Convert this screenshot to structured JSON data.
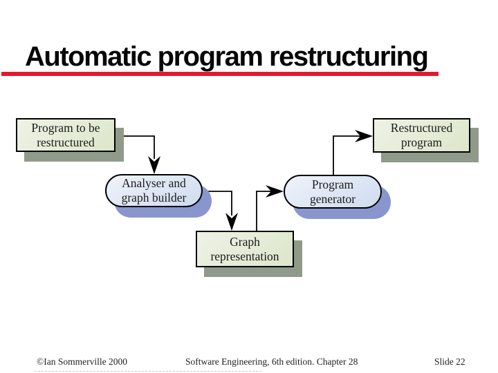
{
  "slide": {
    "title": "Automatic program restructuring",
    "footer": {
      "copyright": "©Ian Sommerville 2000",
      "center": "Software Engineering, 6th edition. Chapter 28",
      "slide_number": "Slide 22"
    }
  },
  "diagram": {
    "nodes": [
      {
        "id": "program-to-be-restructured",
        "shape": "rectangle",
        "lines": [
          "Program to be",
          "restructured"
        ]
      },
      {
        "id": "analyser-and-graph-builder",
        "shape": "stadium",
        "lines": [
          "Analyser and",
          "graph builder"
        ]
      },
      {
        "id": "graph-representation",
        "shape": "rectangle",
        "lines": [
          "Graph",
          "representation"
        ]
      },
      {
        "id": "program-generator",
        "shape": "stadium",
        "lines": [
          "Program",
          "generator"
        ]
      },
      {
        "id": "restructured-program",
        "shape": "rectangle",
        "lines": [
          "Restructured",
          "program"
        ]
      }
    ],
    "edges": [
      {
        "from": "program-to-be-restructured",
        "to": "analyser-and-graph-builder"
      },
      {
        "from": "analyser-and-graph-builder",
        "to": "graph-representation"
      },
      {
        "from": "graph-representation",
        "to": "program-generator"
      },
      {
        "from": "program-generator",
        "to": "restructured-program"
      }
    ],
    "colors": {
      "accent_red": "#e5182e",
      "artifact_fill": "#e4ecd6",
      "artifact_shadow": "#909a8b",
      "process_fill": "#dde6f4",
      "process_shadow": "#8996ce",
      "connector": "#000000",
      "text": "#1b1b1b"
    }
  }
}
